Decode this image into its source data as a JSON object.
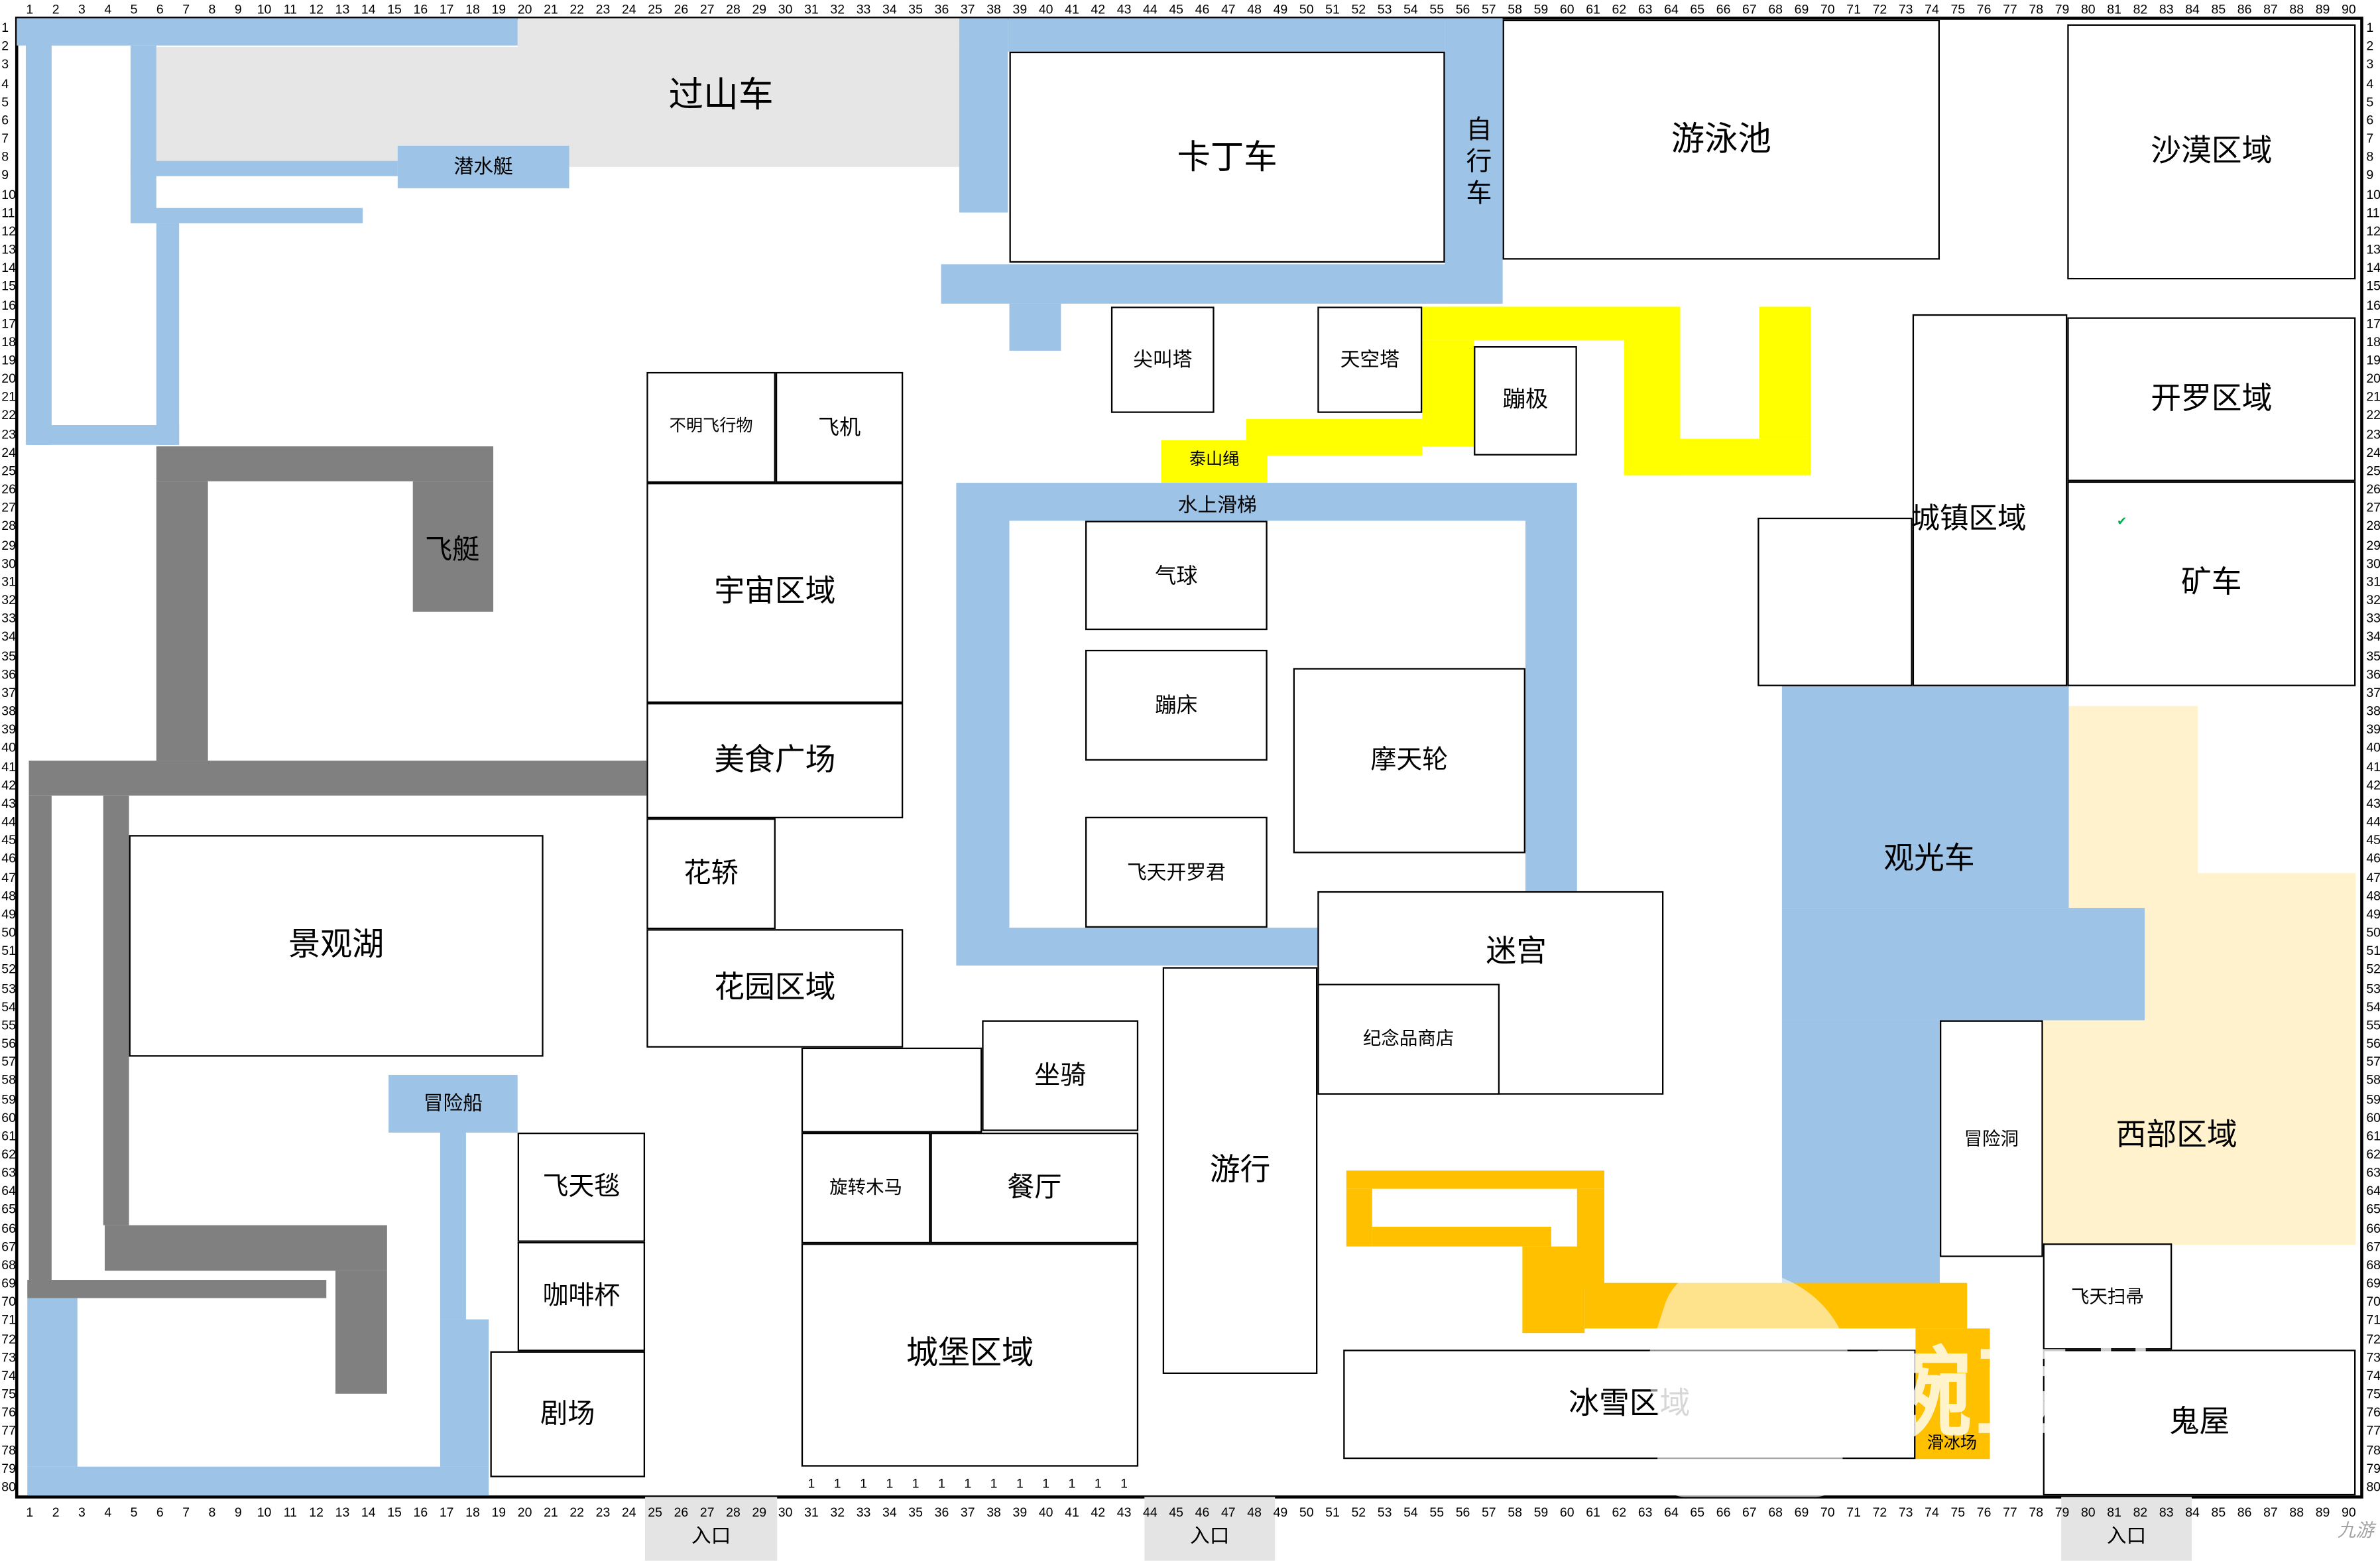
{
  "grid": {
    "cols_from": 1,
    "cols_to": 90,
    "rows_from": 1,
    "rows_to": 80,
    "ones_row": {
      "value": "1",
      "cols": [
        31,
        32,
        33,
        34,
        35,
        36,
        37,
        38,
        39,
        40,
        41,
        42,
        43
      ]
    }
  },
  "colors": {
    "path_blue": "#9DC3E6",
    "path_gray": "#808080",
    "area_lightgray": "#E7E6E6",
    "path_yellow": "#FFFF00",
    "path_orange": "#FFC000",
    "area_beige": "#FFF2CC",
    "entrance_gray": "#E4E4E4",
    "border": "#000000",
    "tick_green": "#00B050"
  },
  "areas": {
    "roller_coaster": "过山车",
    "submarine": "潜水艇",
    "go_kart": "卡丁车",
    "bicycle": "自行车",
    "swimming_pool": "游泳池",
    "desert_zone": "沙漠区域",
    "scream_tower": "尖叫塔",
    "sky_tower": "天空塔",
    "bungee": "蹦极",
    "tarzan_rope": "泰山绳",
    "cairo_zone": "开罗区域",
    "ufo": "不明飞行物",
    "airplane": "飞机",
    "water_slide": "水上滑梯",
    "town_zone": "城镇区域",
    "mine_cart": "矿车",
    "airship": "飞艇",
    "space_zone": "宇宙区域",
    "balloon": "气球",
    "trampoline": "蹦床",
    "ferris_wheel": "摩天轮",
    "food_plaza": "美食广场",
    "flower_sedan": "花轿",
    "flying_kairo": "飞天开罗君",
    "sightseeing_car": "观光车",
    "scenic_lake": "景观湖",
    "garden_zone": "花园区域",
    "maze": "迷宫",
    "souvenir_shop": "纪念品商店",
    "adventure_boat": "冒险船",
    "mounts": "坐骑",
    "adventure_cave": "冒险洞",
    "western_zone": "西部区域",
    "flying_carpet": "飞天毯",
    "carousel": "旋转木马",
    "restaurant": "餐厅",
    "parade": "游行",
    "coffee_cup": "咖啡杯",
    "flying_broom": "飞天扫帚",
    "theater": "剧场",
    "castle_zone": "城堡区域",
    "ice_snow_zone": "冰雪区域",
    "ice_rink": "滑冰场",
    "haunted_house": "鬼屋"
  },
  "entrance_label": "入口",
  "misc": {
    "green_tick": "✔"
  },
  "watermark": {
    "main": "豌豆荚",
    "corner": "九游"
  }
}
